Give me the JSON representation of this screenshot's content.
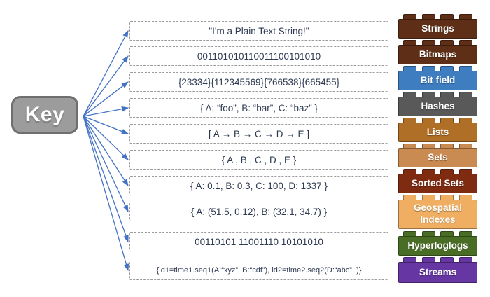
{
  "key": {
    "label": "Key"
  },
  "arrow_color": "#4472C4",
  "box_text_color": "#2E3A52",
  "items": [
    {
      "value": "\"I'm a Plain Text String!\"",
      "type": "Strings",
      "color": "#5E2F16"
    },
    {
      "value": "001101010110011100101010",
      "type": "Bitmaps",
      "color": "#5E2F16"
    },
    {
      "value": "{23334}{112345569}{766538}{665455}",
      "type": "Bit field",
      "color": "#3E7DC0"
    },
    {
      "value": "{ A: “foo”, B: “bar”, C: “baz”  }",
      "type": "Hashes",
      "color": "#595959"
    },
    {
      "value": "[ A → B → C → D → E ]",
      "type": "Lists",
      "color": "#B06F27"
    },
    {
      "value": "{ A , B , C , D , E }",
      "type": "Sets",
      "color": "#C98B52"
    },
    {
      "value": "{ A: 0.1, B: 0.3, C: 100, D: 1337 }",
      "type": "Sorted Sets",
      "color": "#7E2B12"
    },
    {
      "value": "{ A: (51.5, 0.12), B: (32.1, 34.7)  }",
      "type": "Geospatial Indexes",
      "color": "#EFAE62"
    },
    {
      "value": "00110101 11001110 10101010",
      "type": "Hyperloglogs",
      "color": "#4A6D26"
    },
    {
      "value": "{id1=time1.seq1(A:“xyz”, B:“cdf”), id2=time2.seq2(D:“abc”, )}",
      "type": "Streams",
      "color": "#6636A2"
    }
  ]
}
